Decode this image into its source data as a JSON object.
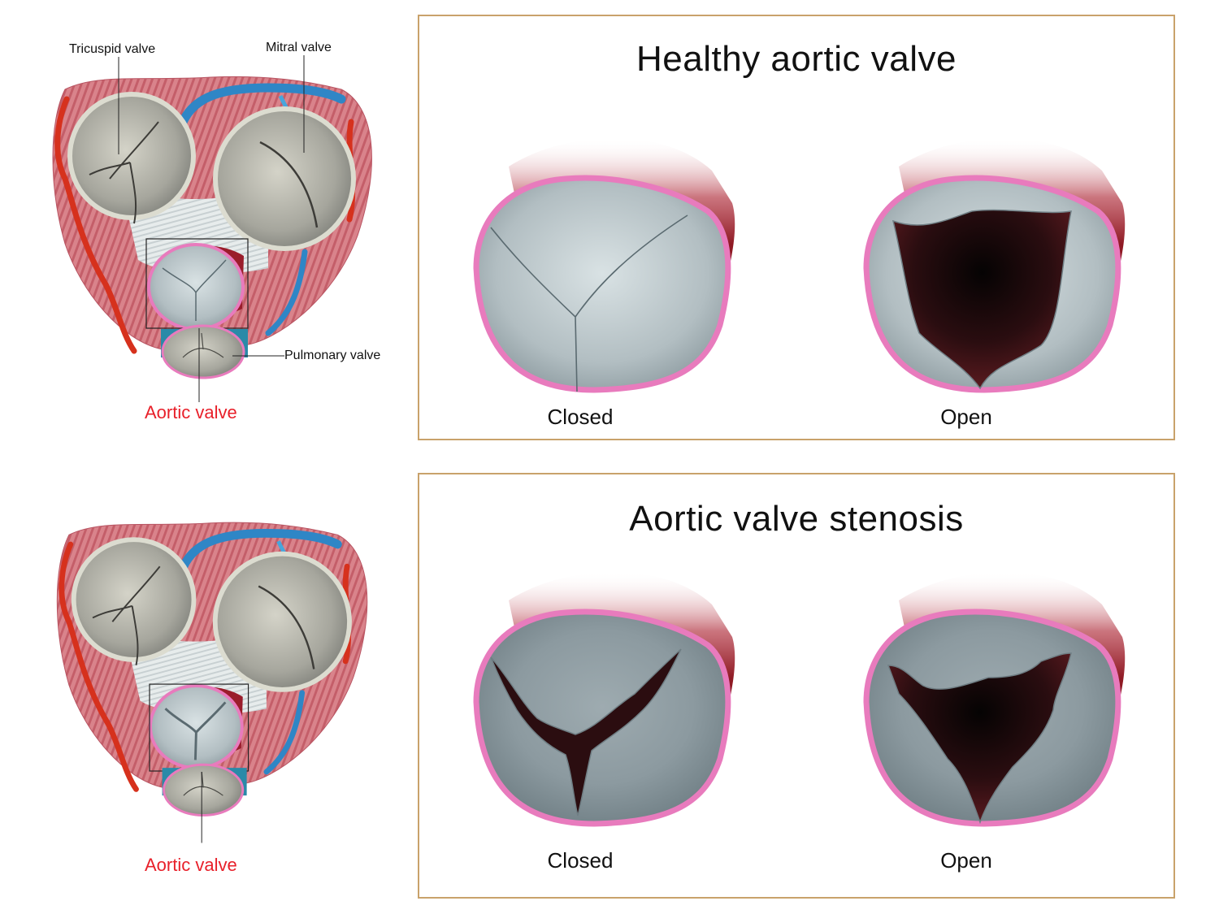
{
  "heart_diagrams": [
    {
      "id": "healthy",
      "labels": {
        "tricuspid": "Tricuspid valve",
        "mitral": "Mitral valve",
        "pulmonary": "Pulmonary valve",
        "aortic": "Aortic valve"
      }
    },
    {
      "id": "stenosis",
      "labels": {
        "aortic": "Aortic valve"
      }
    }
  ],
  "panels": [
    {
      "title": "Healthy aortic valve",
      "states": [
        {
          "label": "Closed"
        },
        {
          "label": "Open"
        }
      ]
    },
    {
      "title": "Aortic valve stenosis",
      "states": [
        {
          "label": "Closed"
        },
        {
          "label": "Open"
        }
      ]
    }
  ],
  "colors": {
    "panel_border": "#c9a26b",
    "vessel_red": "#8f1a24",
    "valve_ring_pink": "#e87bbd",
    "leaflet_gray": "#b7c2c5",
    "lumen_dark": "#1a0a0c",
    "aortic_label_red": "#e8202a",
    "muscle_pink": "#d9777f",
    "vein_blue": "#2f86c6"
  }
}
